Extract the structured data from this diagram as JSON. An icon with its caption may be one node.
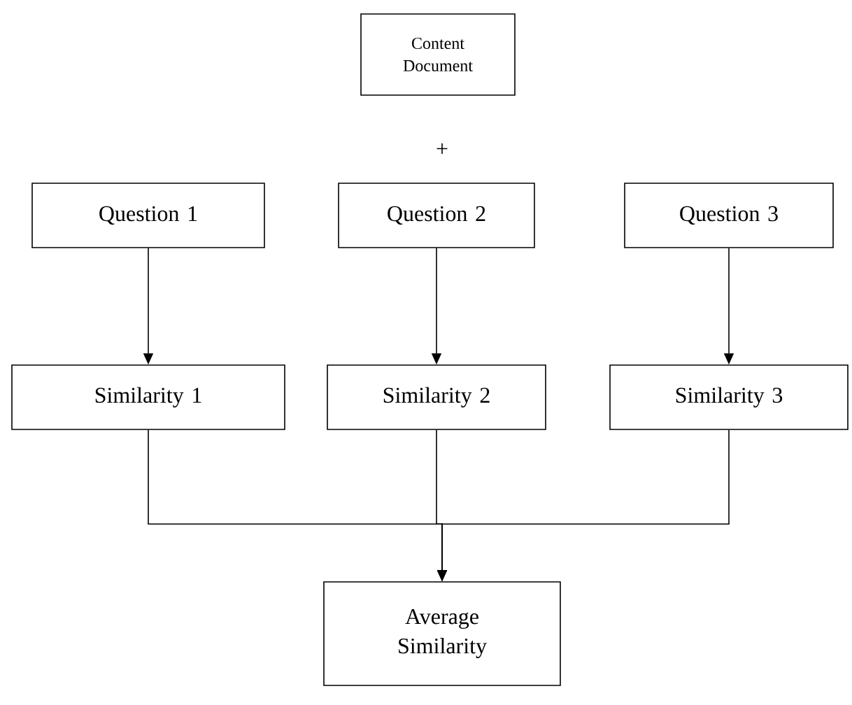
{
  "diagram": {
    "nodes": [
      {
        "text": [
          "Content Document"
        ]
      },
      {
        "text": [
          "Question 1"
        ]
      },
      {
        "text": [
          "Question 2"
        ]
      },
      {
        "text": [
          "Question 3"
        ]
      },
      {
        "text": [
          "Similarity 1"
        ]
      },
      {
        "text": [
          "Similarity 2"
        ]
      },
      {
        "text": [
          "Similarity 3"
        ]
      },
      {
        "text": [
          "Average Similarity"
        ]
      }
    ],
    "edges": [
      {
        "from": 1,
        "to": 4,
        "arrow": "to"
      },
      {
        "from": 2,
        "to": 5,
        "arrow": "to"
      },
      {
        "from": 3,
        "to": 6,
        "arrow": "to"
      },
      {
        "from": 4,
        "to": 7,
        "arrow": "to"
      },
      {
        "from": 5,
        "to": 7,
        "arrow": "to"
      },
      {
        "from": 6,
        "to": 7,
        "arrow": "to"
      }
    ],
    "labels": [
      "+"
    ]
  }
}
